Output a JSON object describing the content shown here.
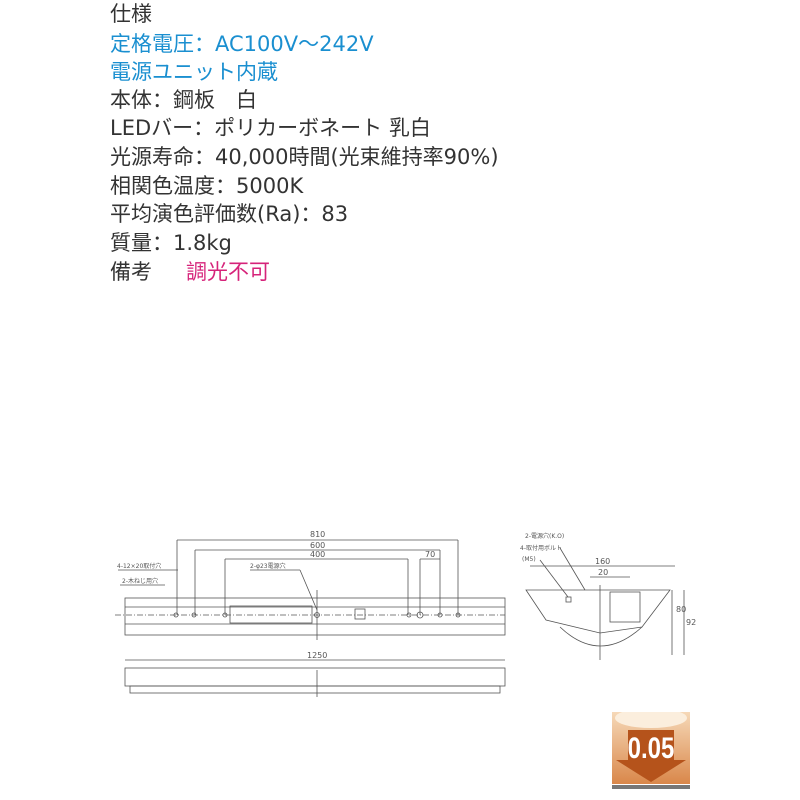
{
  "specs": {
    "heading": "仕様",
    "rated_voltage": "定格電圧：AC100V～242V",
    "power_unit": "電源ユニット内蔵",
    "body": "本体：鋼板　白",
    "led_bar": "LEDバー：ポリカーボネート 乳白",
    "lifetime": "光源寿命：40,000時間(光束維持率90%)",
    "color_temp": "相関色温度：5000K",
    "cri": "平均演色評価数(Ra)：83",
    "weight": "質量：1.8kg",
    "remarks_label": "備考",
    "remarks_value": "調光不可"
  },
  "colors": {
    "blue": "#1a8fd0",
    "pink": "#d6237a",
    "badge": "#c8641e"
  },
  "drawing": {
    "front": {
      "dim_810": "810",
      "dim_600": "600",
      "dim_400": "400",
      "dim_70": "70",
      "dim_1250": "1250",
      "note_holes_4": "4-12×20取付穴",
      "note_holes_2": "2-木ねじ用穴",
      "note_power": "2-φ23電源穴"
    },
    "side": {
      "dim_160": "160",
      "dim_20": "20",
      "dim_80": "80",
      "dim_92": "92",
      "note_power_ko": "2-電源穴(K.O)",
      "note_mount": "4-取付用ボルト",
      "note_mount_size": "(M5)"
    }
  },
  "badge": {
    "value": "0.05",
    "icon": "down-arrow-icon"
  }
}
